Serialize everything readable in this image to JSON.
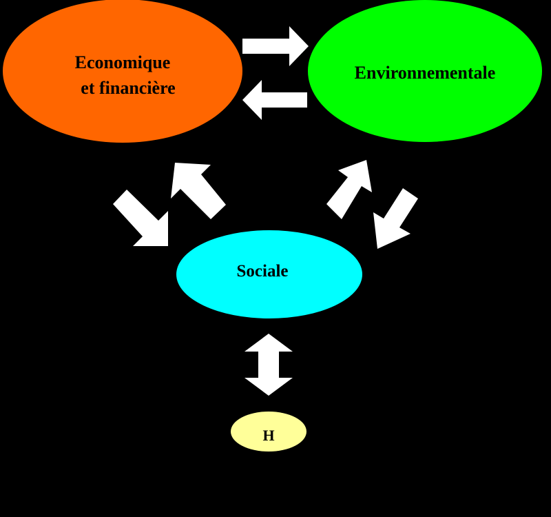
{
  "diagram": {
    "background": "#000000",
    "arrow_color": "#ffffff",
    "nodes": {
      "economique": {
        "line1": "Economique",
        "line2": "et financière",
        "color": "#ff6600"
      },
      "environnementale": {
        "label": "Environnementale",
        "color": "#00ff00"
      },
      "sociale": {
        "label": "Sociale",
        "color": "#00ffff"
      },
      "h": {
        "label": "H",
        "color": "#ffff99"
      }
    },
    "connections": [
      {
        "from": "economique",
        "to": "environnementale"
      },
      {
        "from": "environnementale",
        "to": "economique"
      },
      {
        "from": "economique",
        "to": "sociale"
      },
      {
        "from": "sociale",
        "to": "economique"
      },
      {
        "from": "environnementale",
        "to": "sociale"
      },
      {
        "from": "sociale",
        "to": "environnementale"
      },
      {
        "from": "sociale",
        "to": "h",
        "bidirectional": true
      }
    ]
  }
}
